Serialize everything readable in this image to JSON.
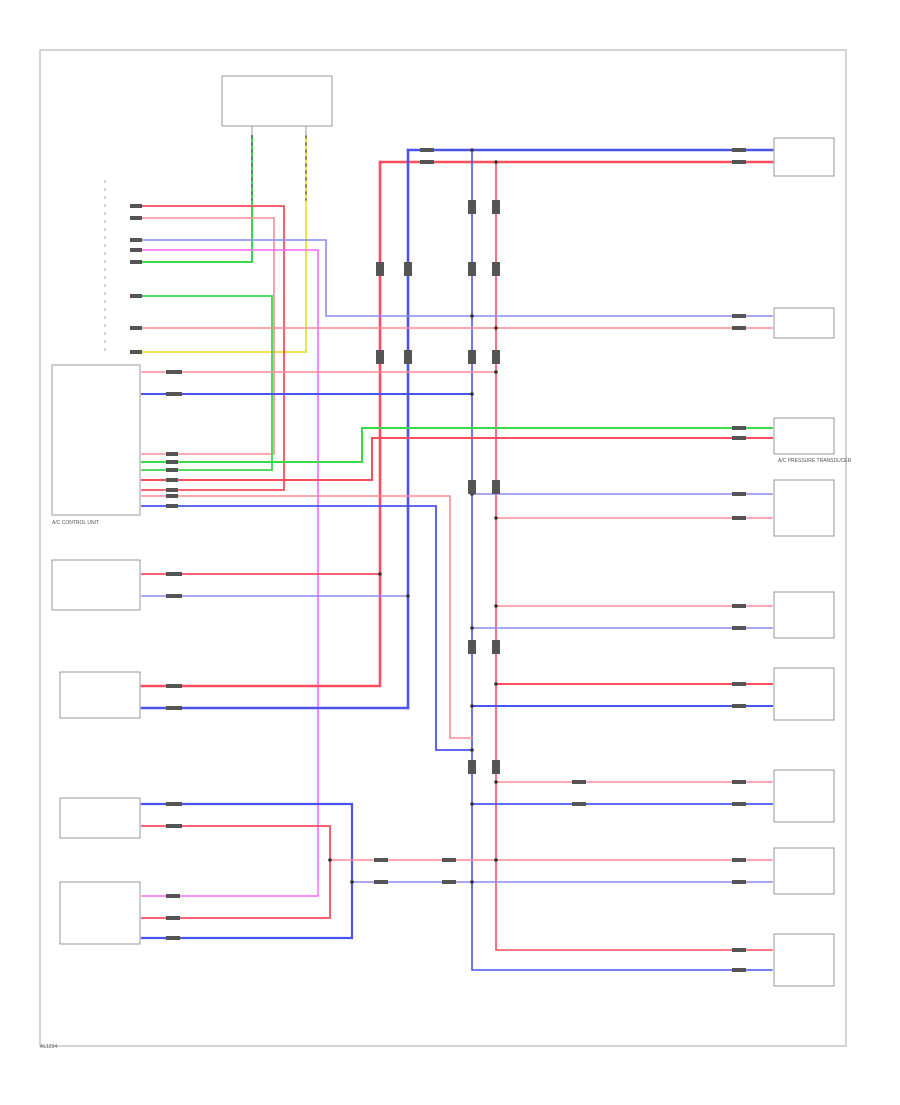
{
  "diagram": {
    "colors": {
      "red": "#ff4d5e",
      "blue": "#4a55f0",
      "green": "#39d94a",
      "yellow": "#f2e24a",
      "pink": "#ff7fb0",
      "violet": "#ff66ff",
      "lightblue": "#8a8af5",
      "lightred": "#ff8a96",
      "frame": "#b8b8b8"
    },
    "labels": {
      "ac_control_unit": "A/C CONTROL UNIT",
      "ac_pressure_transducer": "A/C PRESSURE TRANSDUCER"
    },
    "footer_code": "AL1234"
  }
}
